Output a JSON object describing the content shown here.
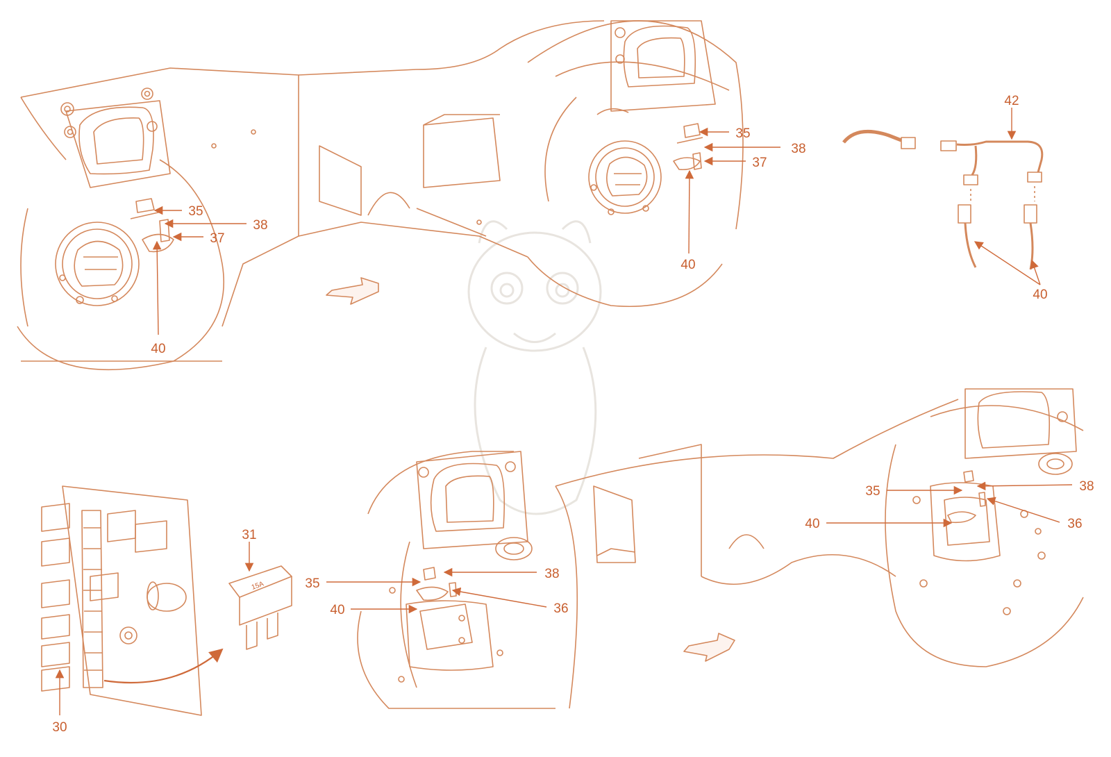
{
  "colors": {
    "line": "#d4885c",
    "accent": "#cf6a3a",
    "label": "#c85f2f",
    "watermark": "#e6e2dc",
    "background": "#ffffff"
  },
  "views": {
    "top_left": {
      "labels": [
        "35",
        "38",
        "37",
        "40"
      ]
    },
    "top_middle": {
      "labels": [
        "35",
        "38",
        "37",
        "40"
      ]
    },
    "harness": {
      "labels": [
        "42",
        "40"
      ]
    },
    "fuse_panel": {
      "labels": [
        "31",
        "30"
      ],
      "fuse_rating_text": "15A"
    },
    "bottom_middle": {
      "labels": [
        "35",
        "38",
        "40",
        "36"
      ]
    },
    "bottom_right": {
      "labels": [
        "35",
        "38",
        "40",
        "36"
      ]
    }
  },
  "icons": {
    "direction_arrow": "arrow-icon",
    "watermark": "dragon-watermark-icon"
  }
}
